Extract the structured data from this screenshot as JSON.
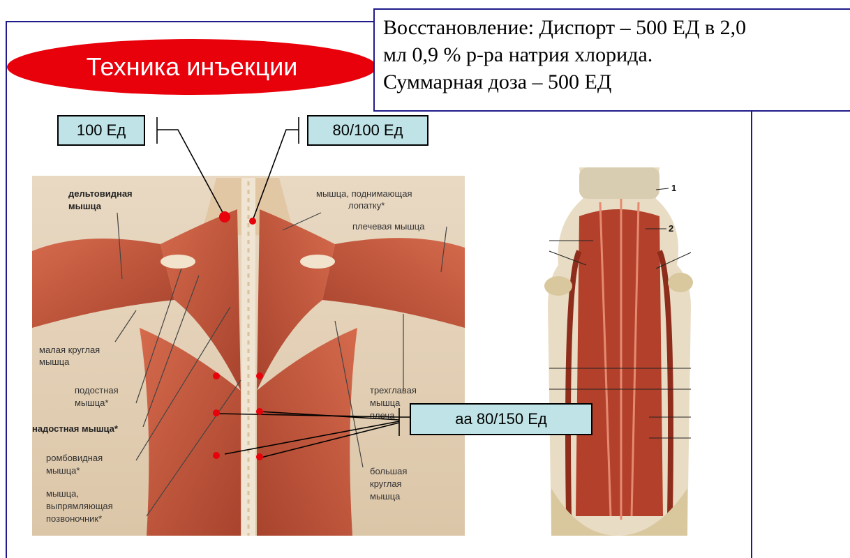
{
  "title": "Техника инъекции",
  "reconstitution": {
    "line1": "Восстановление: Диспорт – 500 ЕД в 2,0",
    "line2": "мл 0,9 % р-ра натрия хлорида.",
    "line3": "Суммарная доза – 500 ЕД"
  },
  "doses": {
    "left_neck": "100 Ед",
    "right_neck": "80/100 Ед",
    "back_points": "аа 80/150 Ед"
  },
  "muscle_labels": {
    "deltoid_line1": "дельтовидная",
    "deltoid_line2": "мышца",
    "levator_line1": "мышца, поднимающая",
    "levator_line2": "лопатку*",
    "brachialis": "плечевая мышца",
    "teres_minor_line1": "малая круглая",
    "teres_minor_line2": "мышца",
    "infraspinatus_line1": "подостная",
    "infraspinatus_line2": "мышца*",
    "supraspinatus": "надостная мышца*",
    "rhomboid_line1": "ромбовидная",
    "rhomboid_line2": "мышца*",
    "erector_line1": "мышца,",
    "erector_line2": "выпрямляющая",
    "erector_line3": "позвоночник*",
    "triceps_line1": "трехглавая",
    "triceps_line2": "мышца",
    "triceps_line3": "плеча",
    "teres_major_line1": "большая",
    "teres_major_line2": "круглая",
    "teres_major_line3": "мышца"
  },
  "deep_back_numbers": {
    "n1": "1",
    "n2": "2"
  },
  "colors": {
    "frame": "#1f1a8a",
    "title_bg": "#e8000b",
    "dose_bg": "#bfe3e6",
    "injection_point": "#e8000b",
    "muscle": "#c9503a"
  }
}
